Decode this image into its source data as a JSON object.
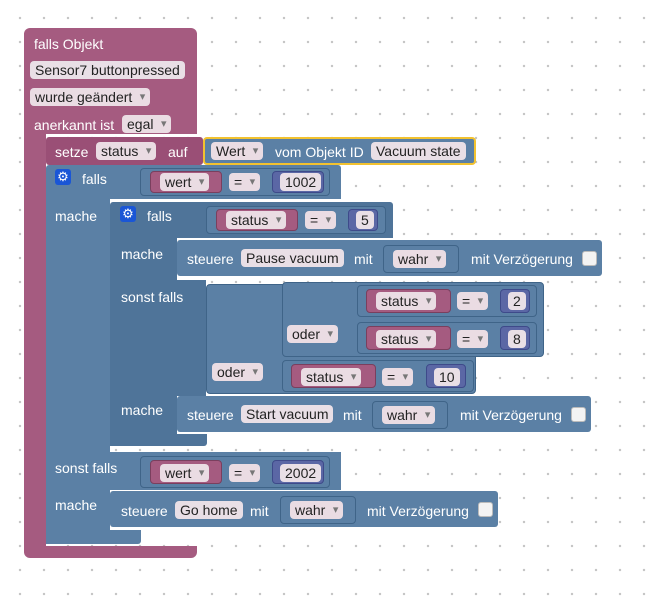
{
  "main_if": {
    "label": "falls Objekt",
    "object": "Sensor7 buttonpressed",
    "trigger": "wurde geändert",
    "ack_label": "anerkannt ist",
    "ack_value": "egal"
  },
  "set_var": {
    "label": "setze",
    "var": "status",
    "on": "auf",
    "value_attr": "Wert",
    "from_obj": "vom Objekt ID",
    "object_id": "Vacuum state"
  },
  "outer_if": {
    "if_label": "falls",
    "do_label": "mache",
    "elseif_label": "sonst falls",
    "do2_label": "mache",
    "cond1": {
      "var": "wert",
      "op": "=",
      "value": "1002"
    },
    "cond2": {
      "var": "wert",
      "op": "=",
      "value": "2002"
    }
  },
  "inner_if": {
    "if_label": "falls",
    "do_label": "mache",
    "elseif_label": "sonst falls",
    "do2_label": "mache",
    "cond1": {
      "var": "status",
      "op": "=",
      "value": "5"
    },
    "or_outer": "oder",
    "or_inner": "oder",
    "cond_a": {
      "var": "status",
      "op": "=",
      "value": "2"
    },
    "cond_b": {
      "var": "status",
      "op": "=",
      "value": "8"
    },
    "cond_c": {
      "var": "status",
      "op": "=",
      "value": "10"
    }
  },
  "actions": {
    "pause": {
      "label": "steuere",
      "target": "Pause vacuum",
      "with": "mit",
      "value": "wahr",
      "delay": "mit Verzögerung"
    },
    "start": {
      "label": "steuere",
      "target": "Start vacuum",
      "with": "mit",
      "value": "wahr",
      "delay": "mit Verzögerung"
    },
    "home": {
      "label": "steuere",
      "target": "Go home",
      "with": "mit",
      "value": "wahr",
      "delay": "mit Verzögerung"
    }
  },
  "icons": {
    "gear": "gear-icon"
  },
  "colors": {
    "event": "#a55b80",
    "logic": "#5b80a5",
    "math": "#5b67a5",
    "variable": "#a55b80",
    "highlight": "#f2c230"
  }
}
